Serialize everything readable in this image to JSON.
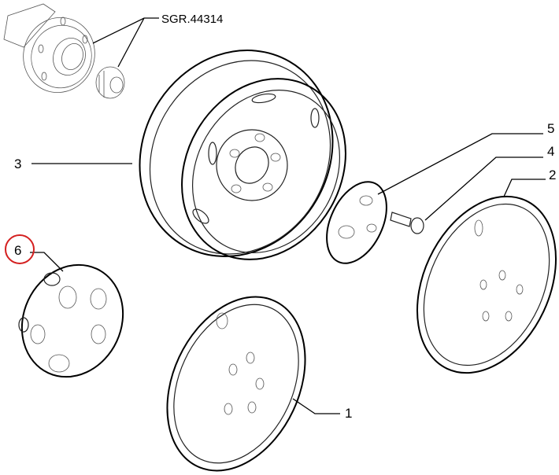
{
  "diagram": {
    "reference_label": "SGR.44314",
    "callouts": [
      {
        "id": "1",
        "part": "hubcap-large"
      },
      {
        "id": "2",
        "part": "hubcap-full"
      },
      {
        "id": "3",
        "part": "steel-wheel-rim"
      },
      {
        "id": "4",
        "part": "bolt"
      },
      {
        "id": "5",
        "part": "center-cap-plate"
      },
      {
        "id": "6",
        "part": "center-cap",
        "highlighted": true
      }
    ],
    "highlight_color": "#d42020"
  }
}
